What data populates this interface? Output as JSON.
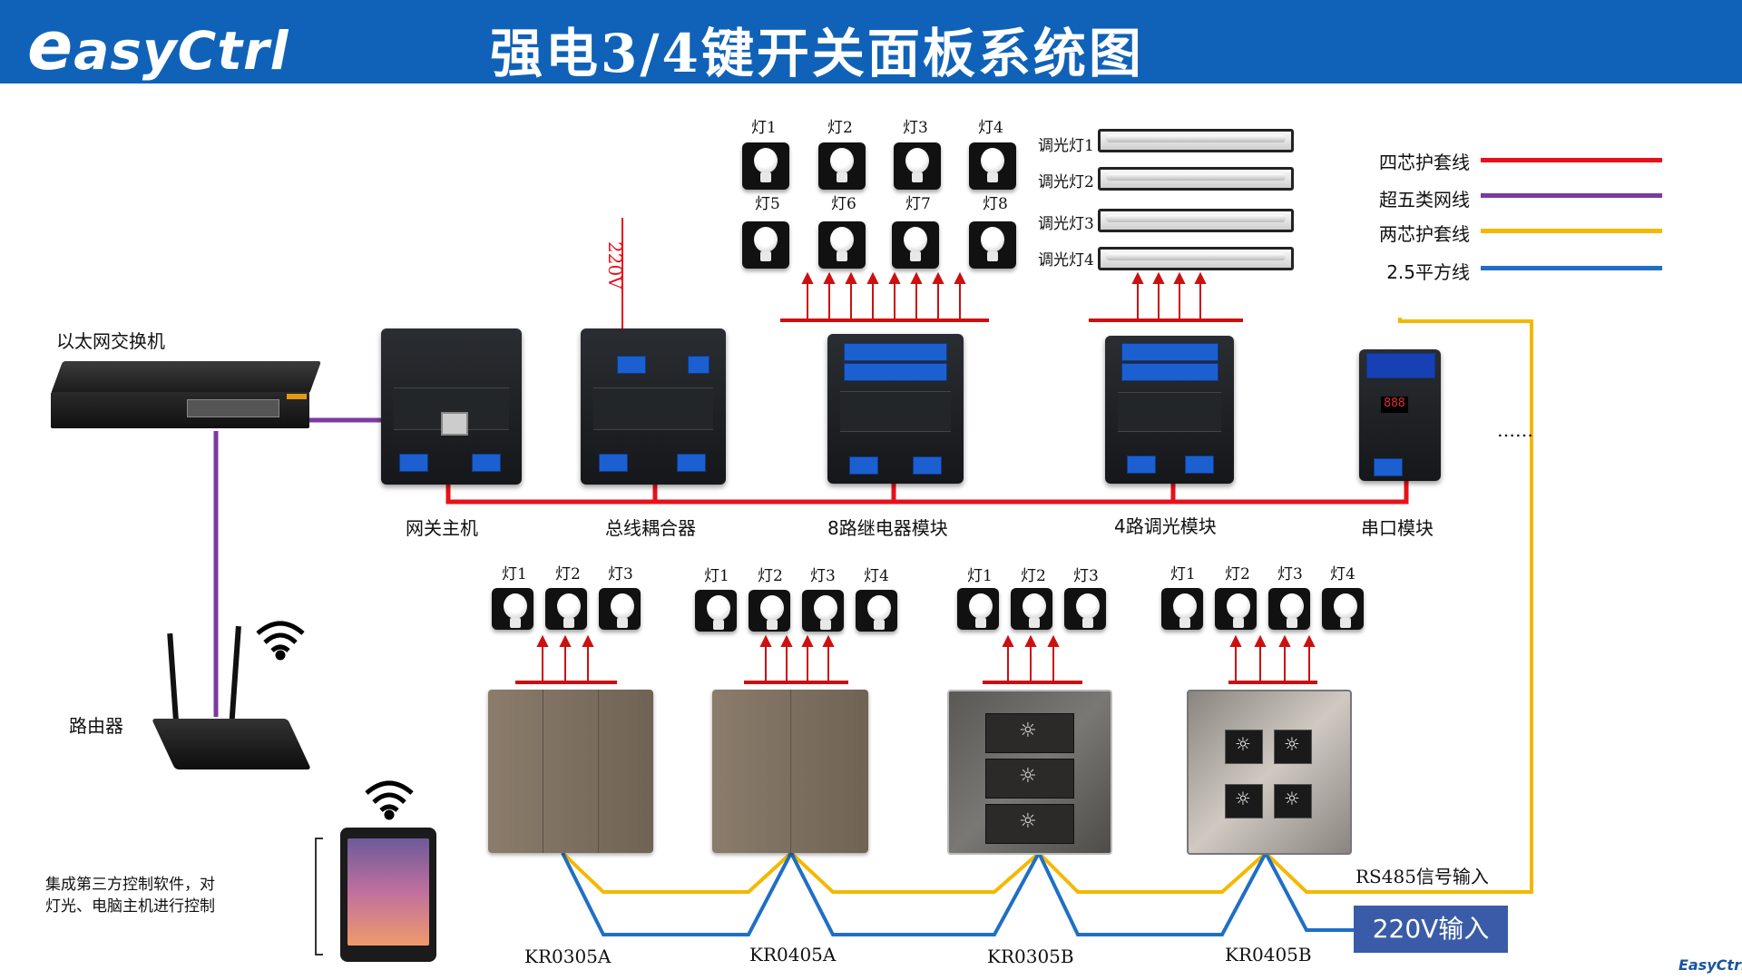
{
  "header": {
    "logo_e": "e",
    "logo_rest": "asyCtrl",
    "title": "强电3/4键开关面板系统图"
  },
  "legend": [
    {
      "label": "四芯护套线",
      "color": "#e8111a"
    },
    {
      "label": "超五类网线",
      "color": "#7a3aa0"
    },
    {
      "label": "两芯护套线",
      "color": "#f5b800"
    },
    {
      "label": "2.5平方线",
      "color": "#1f6fc6"
    }
  ],
  "devices": {
    "switch": "以太网交换机",
    "router": "路由器",
    "tablet_desc_line1": "集成第三方控制软件，对",
    "tablet_desc_line2": "灯光、电脑主机进行控制",
    "gateway": "网关主机",
    "coupler": "总线耦合器",
    "relay": "8路继电器模块",
    "dimmer": "4路调光模块",
    "serial": "串口模块",
    "voltage": "220V",
    "dots": "……",
    "rs485": "RS485信号输入",
    "input220": "220V输入",
    "corner_logo": "EasyCtrl"
  },
  "relay_lights": [
    "灯1",
    "灯2",
    "灯3",
    "灯4",
    "灯5",
    "灯6",
    "灯7",
    "灯8"
  ],
  "dim_lights": [
    "调光灯1",
    "调光灯2",
    "调光灯3",
    "调光灯4"
  ],
  "panels": [
    {
      "model": "KR0305A",
      "lights": [
        "灯1",
        "灯2",
        "灯3"
      ]
    },
    {
      "model": "KR0405A",
      "lights": [
        "灯1",
        "灯2",
        "灯3",
        "灯4"
      ]
    },
    {
      "model": "KR0305B",
      "lights": [
        "灯1",
        "灯2",
        "灯3"
      ]
    },
    {
      "model": "KR0405B",
      "lights": [
        "灯1",
        "灯2",
        "灯3",
        "灯4"
      ]
    }
  ],
  "colors": {
    "header_bg": "#1062b8",
    "red": "#e8111a",
    "purple": "#7a3aa0",
    "yellow": "#f5b800",
    "blue": "#1f6fc6"
  }
}
